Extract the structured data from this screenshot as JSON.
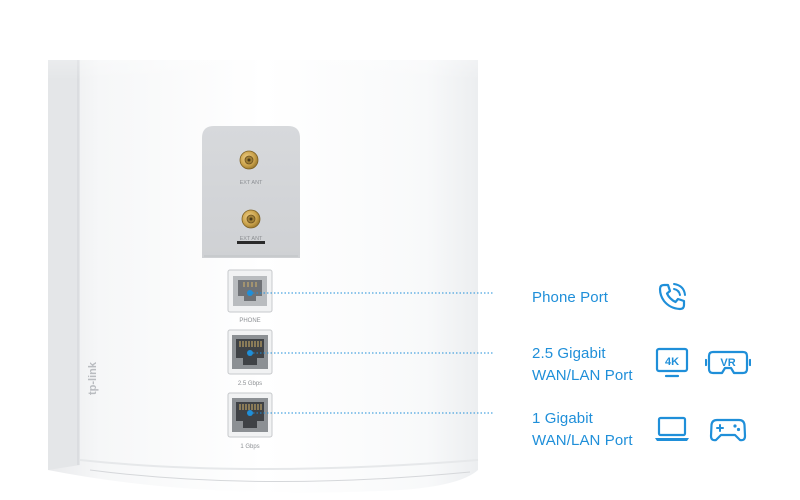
{
  "antenna_labels": [
    "EXT ANT",
    "EXT ANT"
  ],
  "port_labels": {
    "phone": "PHONE",
    "wan_25": "2.5 Gbps",
    "lan_1": "1 Gbps"
  },
  "brand": "tp-link",
  "callouts": [
    {
      "line1": "Phone Port",
      "line2": ""
    },
    {
      "line1": "2.5 Gigabit",
      "line2": "WAN/LAN Port"
    },
    {
      "line1": "1 Gigabit",
      "line2": "WAN/LAN Port"
    }
  ],
  "icons": {
    "phone": "phone-call-icon",
    "uhd": "4k-display-icon",
    "uhd_text": "4K",
    "vr": "vr-headset-icon",
    "vr_text": "VR",
    "laptop": "laptop-icon",
    "gamepad": "gamepad-icon"
  },
  "colors": {
    "accent": "#1f8fd9",
    "device_body": "#f4f5f7",
    "panel": "#d9dbde"
  }
}
